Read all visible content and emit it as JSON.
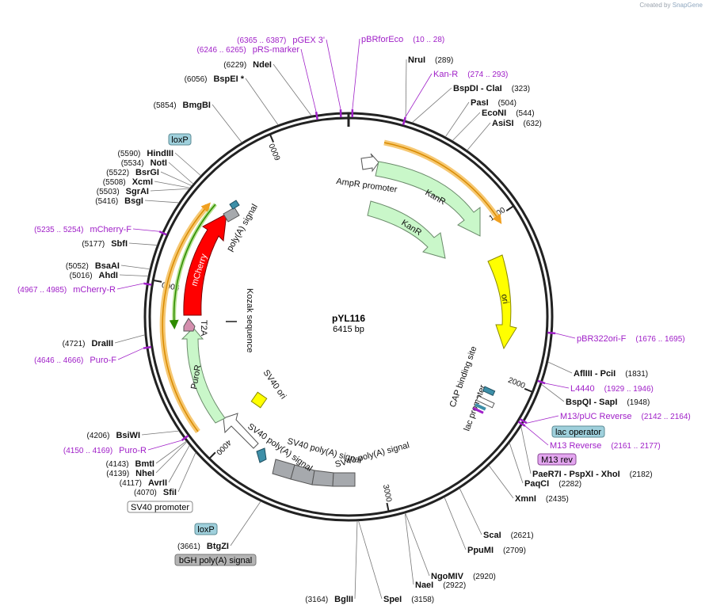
{
  "credit": {
    "prefix": "Created by",
    "brand": "SnapGene"
  },
  "plasmid": {
    "name": "pYL116",
    "length": "6415 bp"
  },
  "ticks": [
    {
      "label": "1000",
      "pos": 1000
    },
    {
      "label": "2000",
      "pos": 2000
    },
    {
      "label": "3000",
      "pos": 3000
    },
    {
      "label": "4000",
      "pos": 4000
    },
    {
      "label": "5000",
      "pos": 5000
    },
    {
      "label": "6000",
      "pos": 6000
    }
  ],
  "enzymes": [
    {
      "name": "NruI",
      "pos": "(289)",
      "site": 289
    },
    {
      "name": "BspDI  -  ClaI",
      "pos": "(323)",
      "site": 323
    },
    {
      "name": "PasI",
      "pos": "(504)",
      "site": 504
    },
    {
      "name": "EcoNI",
      "pos": "(544)",
      "site": 544
    },
    {
      "name": "AsiSI",
      "pos": "(632)",
      "site": 632
    },
    {
      "name": "AflIII  -  PciI",
      "pos": "(1831)",
      "site": 1831
    },
    {
      "name": "BspQI  -  SapI",
      "pos": "(1948)",
      "site": 1948
    },
    {
      "name": "PaeR7I  -  PspXI  -  XhoI",
      "pos": "(2182)",
      "site": 2182
    },
    {
      "name": "PaqCI",
      "pos": "(2282)",
      "site": 2282
    },
    {
      "name": "XmnI",
      "pos": "(2435)",
      "site": 2435
    },
    {
      "name": "ScaI",
      "pos": "(2621)",
      "site": 2621
    },
    {
      "name": "PpuMI",
      "pos": "(2709)",
      "site": 2709
    },
    {
      "name": "NgoMIV",
      "pos": "(2920)",
      "site": 2920
    },
    {
      "name": "NaeI",
      "pos": "(2922)",
      "site": 2922
    },
    {
      "name": "SpeI",
      "pos": "(3158)",
      "site": 3158
    },
    {
      "name": "BglII",
      "pos": "(3164)",
      "site": 3164
    },
    {
      "name": "BtgZI",
      "pos": "(3661)",
      "site": 3661
    },
    {
      "name": "SfiI",
      "pos": "(4070)",
      "site": 4070
    },
    {
      "name": "AvrII",
      "pos": "(4117)",
      "site": 4117
    },
    {
      "name": "NheI",
      "pos": "(4139)",
      "site": 4139
    },
    {
      "name": "BmtI",
      "pos": "(4143)",
      "site": 4143
    },
    {
      "name": "BsiWI",
      "pos": "(4206)",
      "site": 4206
    },
    {
      "name": "DraIII",
      "pos": "(4721)",
      "site": 4721
    },
    {
      "name": "AhdI",
      "pos": "(5016)",
      "site": 5016
    },
    {
      "name": "BsaAI",
      "pos": "(5052)",
      "site": 5052
    },
    {
      "name": "SbfI",
      "pos": "(5177)",
      "site": 5177
    },
    {
      "name": "BsgI",
      "pos": "(5416)",
      "site": 5416
    },
    {
      "name": "SgrAI",
      "pos": "(5503)",
      "site": 5503
    },
    {
      "name": "XcmI",
      "pos": "(5508)",
      "site": 5508
    },
    {
      "name": "BsrGI",
      "pos": "(5522)",
      "site": 5522
    },
    {
      "name": "NotI",
      "pos": "(5534)",
      "site": 5534
    },
    {
      "name": "HindIII",
      "pos": "(5590)",
      "site": 5590
    },
    {
      "name": "BmgBI",
      "pos": "(5854)",
      "site": 5854
    },
    {
      "name": "BspEI  *",
      "pos": "(6056)",
      "site": 6056
    },
    {
      "name": "NdeI",
      "pos": "(6229)",
      "site": 6229
    }
  ],
  "primers": [
    {
      "name": "pBRforEco",
      "pos": "(10 .. 28)",
      "site": 19
    },
    {
      "name": "Kan-R",
      "pos": "(274 .. 293)",
      "site": 283
    },
    {
      "name": "pBR322ori-F",
      "pos": "(1676 .. 1695)",
      "site": 1685
    },
    {
      "name": "L4440",
      "pos": "(1929 .. 1946)",
      "site": 1937
    },
    {
      "name": "M13/pUC Reverse",
      "pos": "(2142 .. 2164)",
      "site": 2153
    },
    {
      "name": "M13 Reverse",
      "pos": "(2161 .. 2177)",
      "site": 2169
    },
    {
      "name": "Puro-R",
      "pos": "(4150 .. 4169)",
      "site": 4160
    },
    {
      "name": "Puro-F",
      "pos": "(4646 .. 4666)",
      "site": 4656
    },
    {
      "name": "mCherry-R",
      "pos": "(4967 .. 4985)",
      "site": 4976
    },
    {
      "name": "mCherry-F",
      "pos": "(5235 .. 5254)",
      "site": 5244
    },
    {
      "name": "pRS-marker",
      "pos": "(6246 .. 6265)",
      "site": 6255
    },
    {
      "name": "pGEX 3'",
      "pos": "(6365 .. 6387)",
      "site": 6376
    }
  ],
  "boxed_features": [
    {
      "name": "loxP",
      "fill": "#9fd0dc",
      "stroke": "#5c8b95"
    },
    {
      "name": "lac operator",
      "fill": "#9fd0dc",
      "stroke": "#5c8b95"
    },
    {
      "name": "M13 rev",
      "fill": "#e3a6ef",
      "stroke": "#8a4a96"
    },
    {
      "name": "SV40 promoter",
      "fill": "#ffffff",
      "stroke": "#888888"
    },
    {
      "name": "loxP",
      "fill": "#9fd0dc",
      "stroke": "#5c8b95"
    },
    {
      "name": "bGH poly(A) signal",
      "fill": "#b4b4b4",
      "stroke": "#777777"
    }
  ],
  "features": {
    "ampr_promoter": "AmpR promoter",
    "kanr_outer": "KanR",
    "kanr_inner": "KanR",
    "ori": "ori",
    "cap_site": "CAP binding site",
    "lac_promoter": "lac promoter",
    "sv40_polya_a": "SV40 poly(A) signal",
    "sv40_polya_b": "SV40 poly(A) signal",
    "sv40_polya_c": "SV40 poly(A) signal",
    "sv40_ori": "SV40 ori",
    "puror": "PuroR",
    "t2a": "T2A",
    "mcherry": "mCherry",
    "polya_signal": "poly(A) signal",
    "kozak": "Kozak sequence"
  },
  "colors": {
    "backbone": "#222222",
    "primer": "#a020c8",
    "kanr": "#c9f7c9",
    "ori": "#ffff00",
    "mcherry": "#ff0000",
    "puror": "#c9f7c9",
    "orf_outline": "#f0a020",
    "orf_inner": "#2e8b00",
    "gray_feature": "#a6a9ad",
    "teal_feature": "#3d8fa8",
    "t2a": "#d48fae"
  }
}
